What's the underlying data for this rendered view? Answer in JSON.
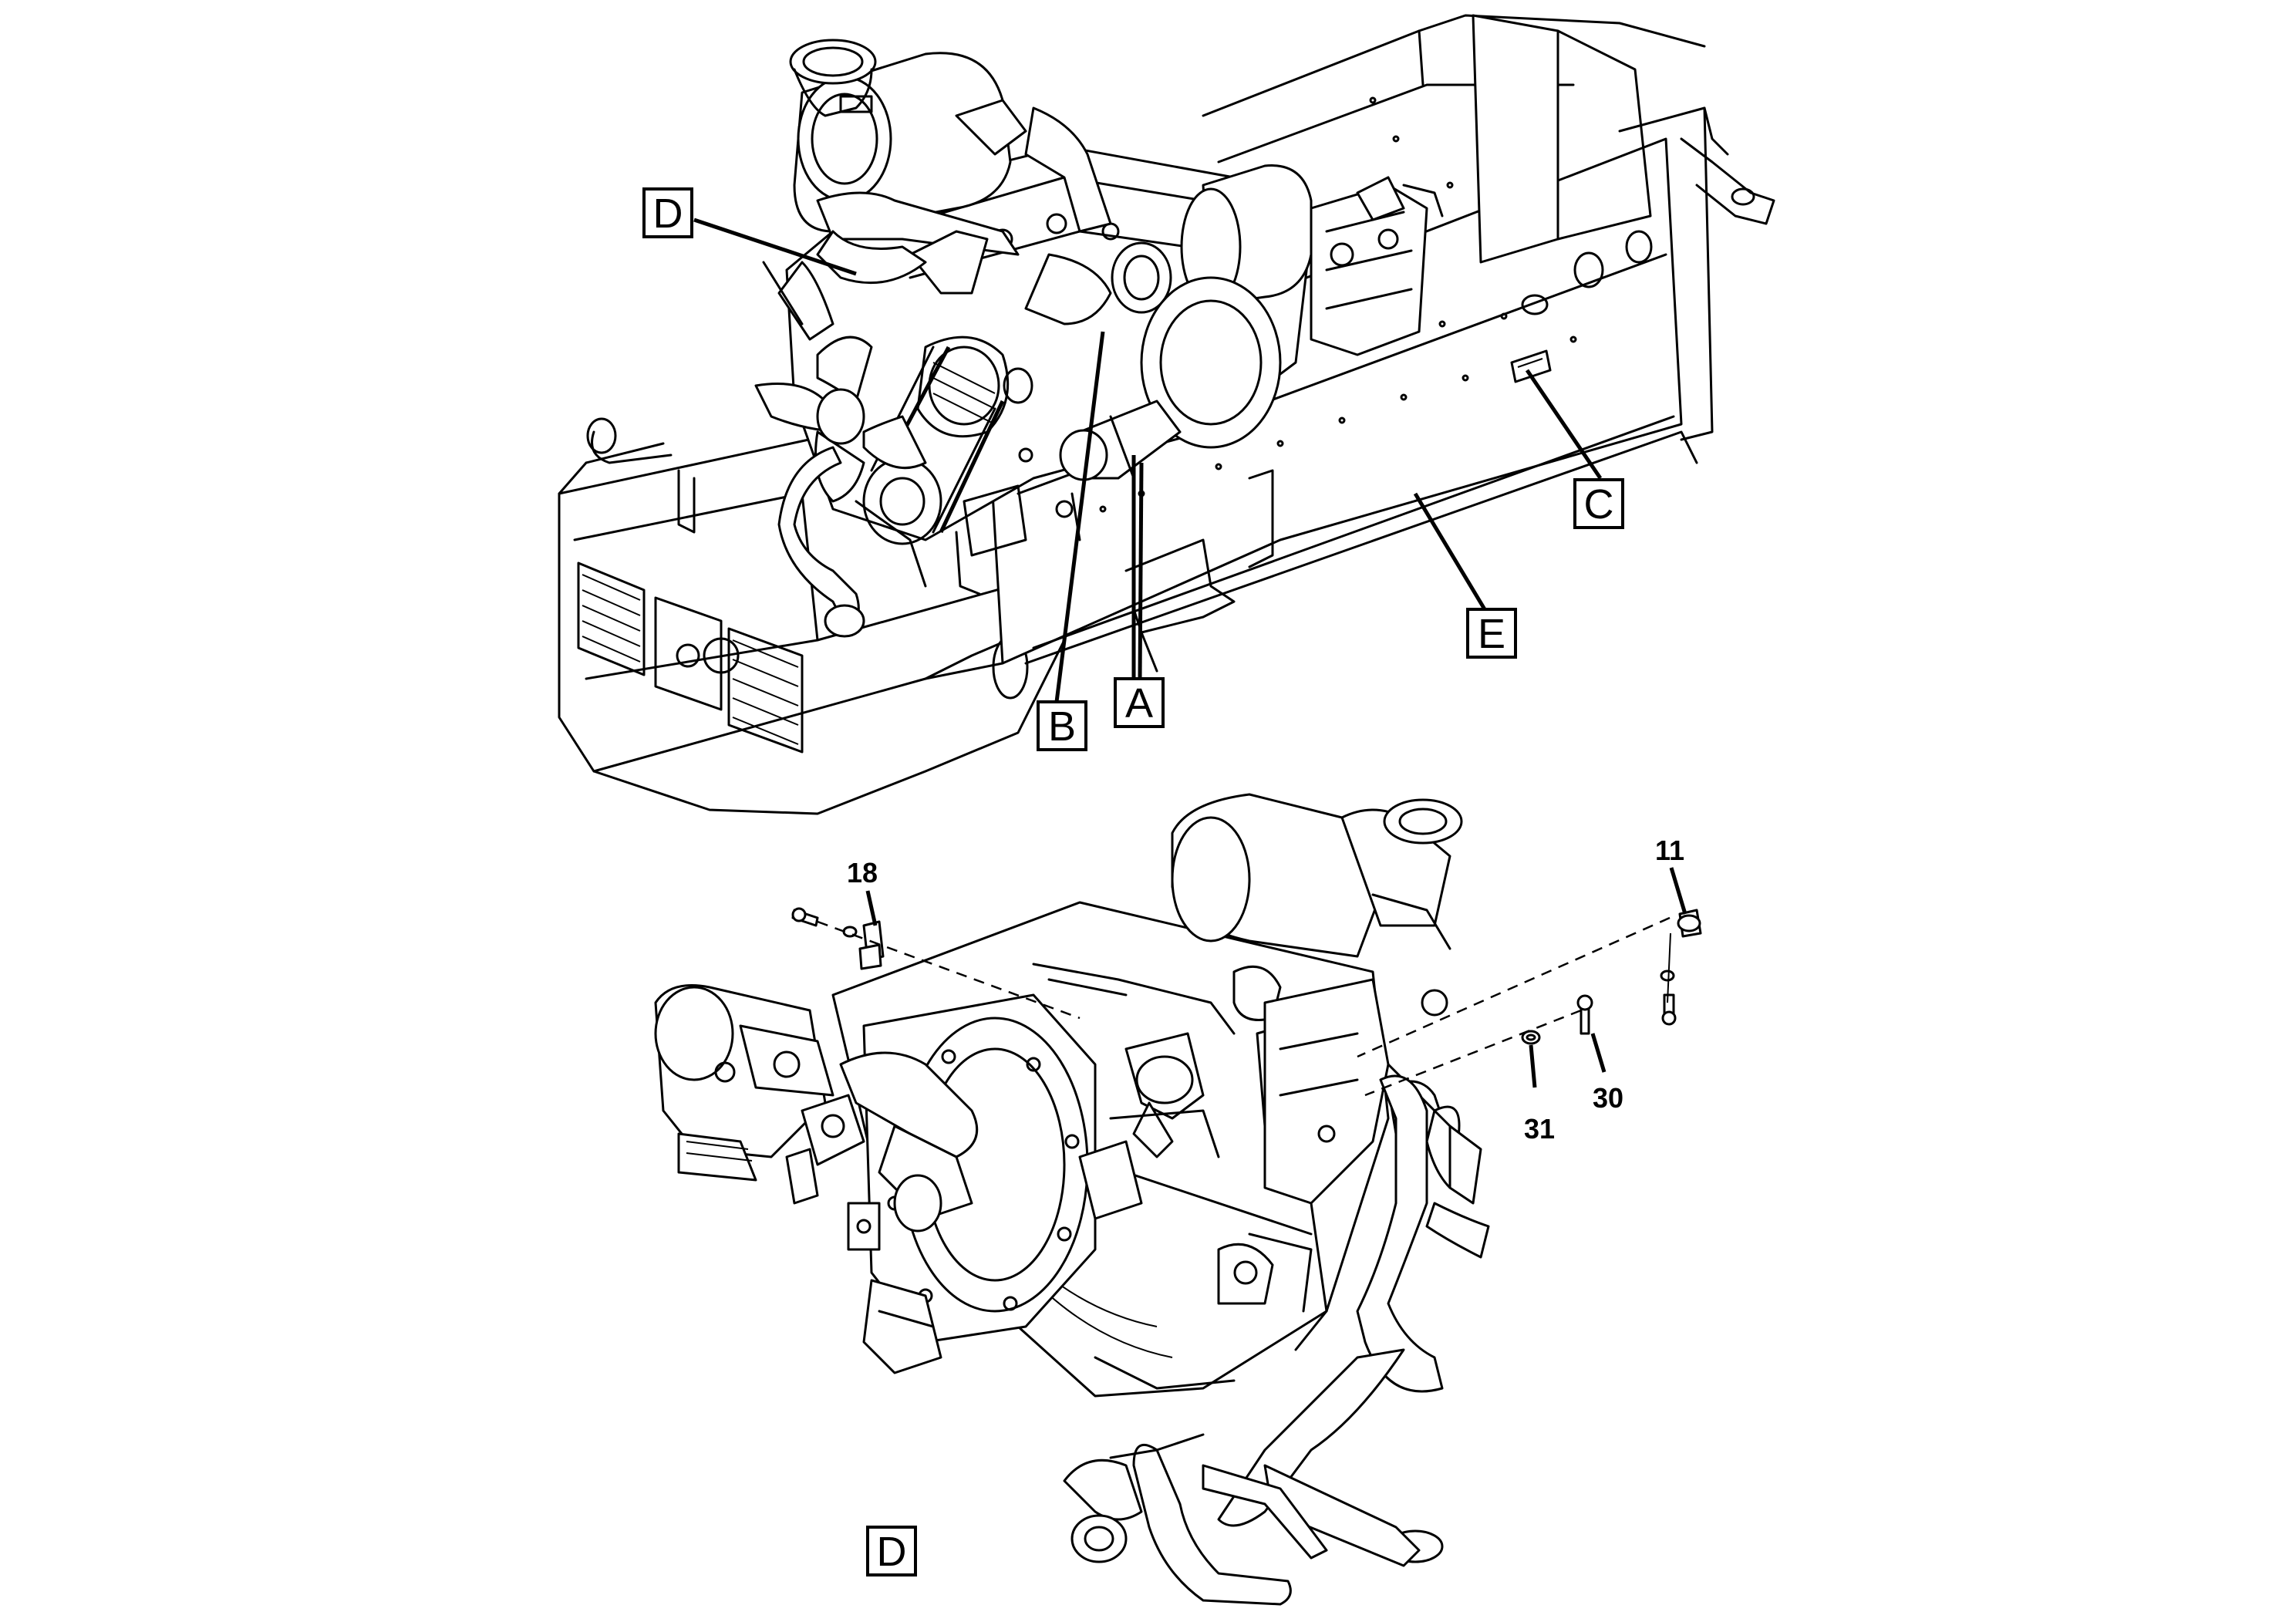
{
  "callouts": {
    "A": "A",
    "B": "B",
    "C": "C",
    "D": "D",
    "E": "E",
    "detail": "D"
  },
  "part_numbers": {
    "p18": "18",
    "p11": "11",
    "p30": "30",
    "p31": "31"
  },
  "colors": {
    "line": "#000000",
    "background": "#ffffff"
  }
}
